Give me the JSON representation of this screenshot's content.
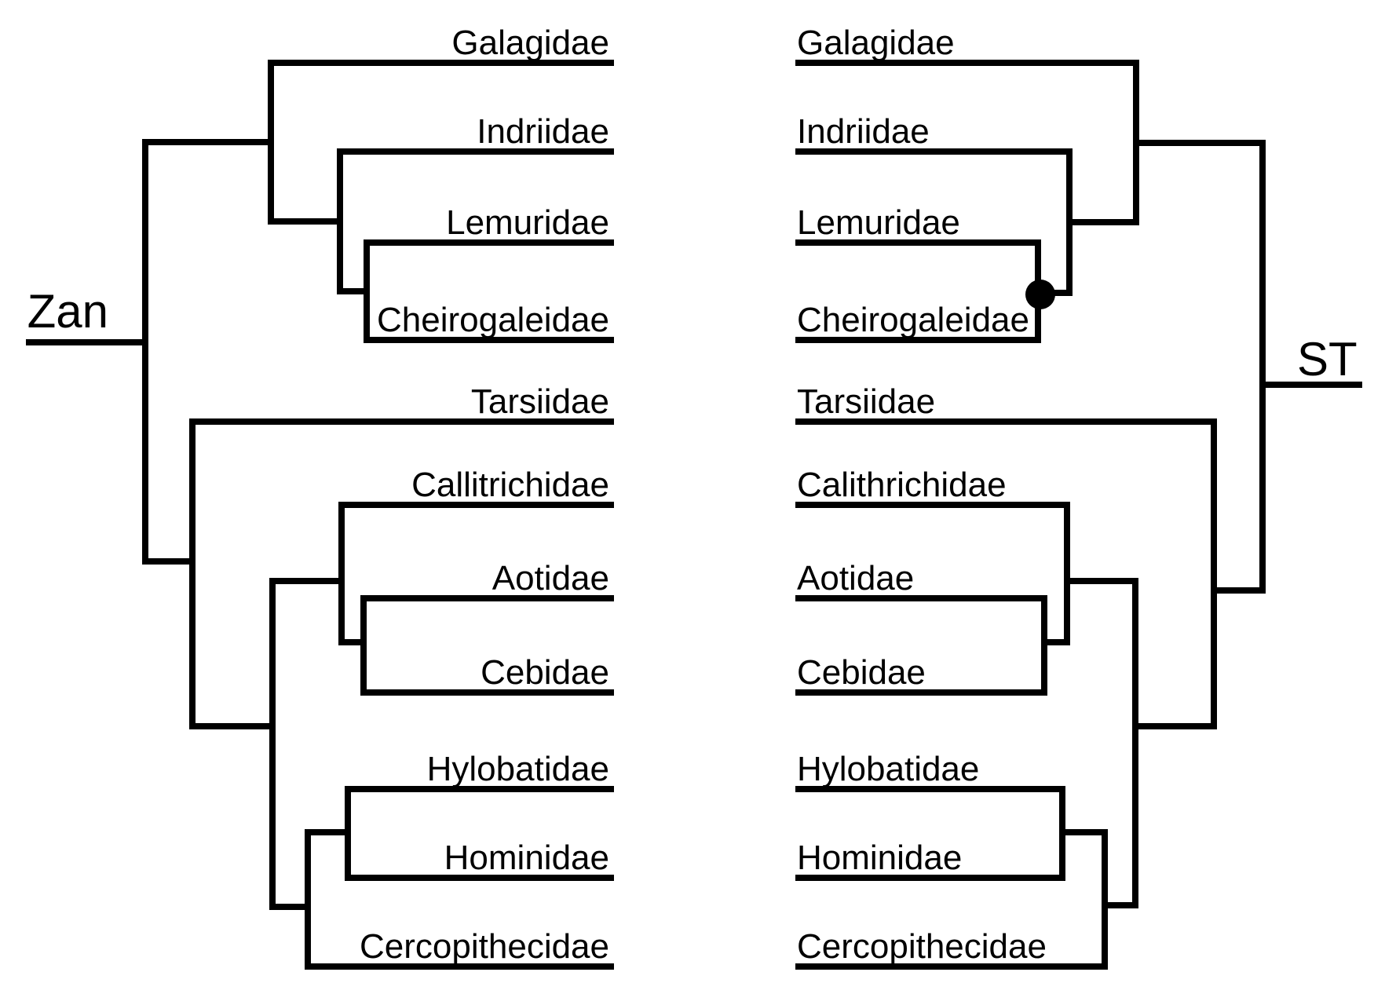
{
  "figure": {
    "description": "Two mirrored phylogenetic cladograms of primate families",
    "background_color": "#ffffff",
    "line_color": "#000000",
    "text_color": "#000000"
  },
  "left_tree": {
    "root_label": "Zan",
    "taxa": [
      "Galagidae",
      "Indriidae",
      "Lemuridae",
      "Cheirogaleidae",
      "Tarsiidae",
      "Callitrichidae",
      "Aotidae",
      "Cebidae",
      "Hylobatidae",
      "Hominidae",
      "Cercopithecidae"
    ],
    "topology_newick": "((Galagidae,(Indriidae,(Lemuridae,Cheirogaleidae))),(Tarsiidae,((Callitrichidae,(Aotidae,Cebidae)),((Hylobatidae,Hominidae),Cercopithecidae))))Zan"
  },
  "right_tree": {
    "root_label": "ST",
    "taxa": [
      "Galagidae",
      "Indriidae",
      "Lemuridae",
      "Cheirogaleidae",
      "Tarsiidae",
      "Calithrichidae",
      "Aotidae",
      "Cebidae",
      "Hylobatidae",
      "Hominidae",
      "Cercopithecidae"
    ],
    "topology_newick": "((Galagidae,(Indriidae,(Lemuridae,Cheirogaleidae))),(Tarsiidae,((Calithrichidae,(Aotidae,Cebidae)),((Hylobatidae,Hominidae),Cercopithecidae))))ST",
    "node_marker": {
      "shape": "filled-circle",
      "color": "#000000",
      "marked_clade": "(Lemuridae, Cheirogaleidae)"
    }
  }
}
